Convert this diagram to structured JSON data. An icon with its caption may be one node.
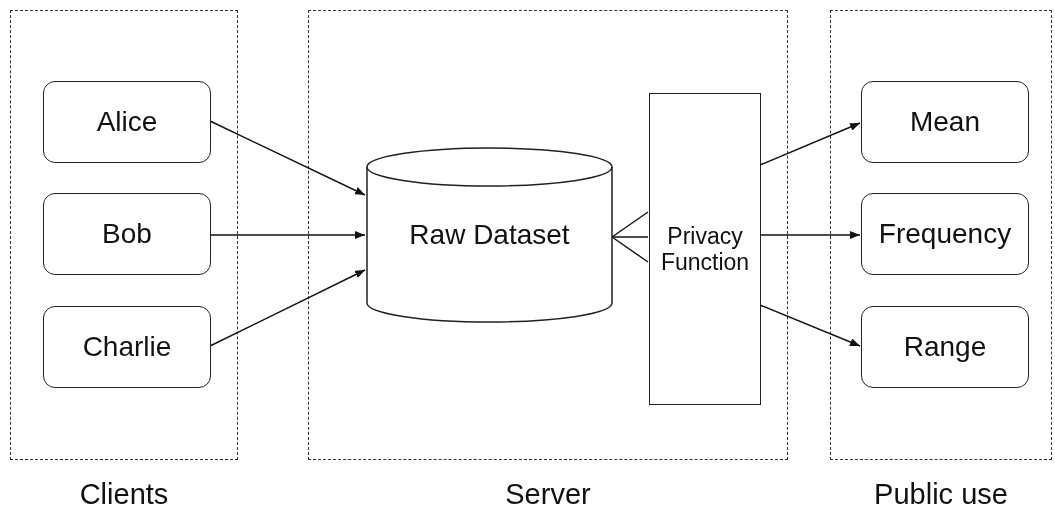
{
  "diagram": {
    "nodes": [
      {
        "text": [
          "Clients"
        ]
      },
      {
        "text": [
          "Alice"
        ],
        "in": 0
      },
      {
        "text": [
          "Bob"
        ],
        "in": 0
      },
      {
        "text": [
          "Charlie"
        ],
        "in": 0
      },
      {
        "text": [
          "Server"
        ]
      },
      {
        "text": [
          "Raw Dataset"
        ],
        "in": 4
      },
      {
        "text": [
          "Privacy Function"
        ],
        "in": 4
      },
      {
        "text": [
          "Public use"
        ]
      },
      {
        "text": [
          "Mean"
        ],
        "in": 7
      },
      {
        "text": [
          "Frequency"
        ],
        "in": 7
      },
      {
        "text": [
          "Range"
        ],
        "in": 7
      }
    ],
    "edges": [
      {
        "from": 1,
        "to": 5,
        "arrow": "to"
      },
      {
        "from": 2,
        "to": 5,
        "arrow": "to"
      },
      {
        "from": 3,
        "to": 5,
        "arrow": "to"
      },
      {
        "from": 5,
        "to": 6,
        "arrow": "none"
      },
      {
        "from": 5,
        "to": 6,
        "arrow": "none"
      },
      {
        "from": 5,
        "to": 6,
        "arrow": "none"
      },
      {
        "from": 6,
        "to": 8,
        "arrow": "to"
      },
      {
        "from": 6,
        "to": 9,
        "arrow": "to"
      },
      {
        "from": 6,
        "to": 10,
        "arrow": "to"
      }
    ]
  }
}
